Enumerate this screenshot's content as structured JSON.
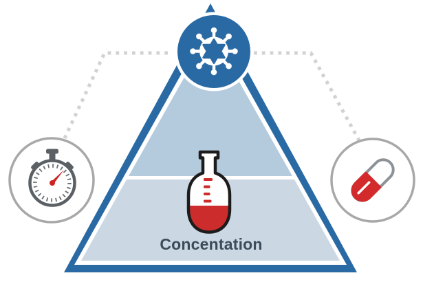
{
  "diagram": {
    "type": "pyramid-infographic",
    "pyramid": {
      "label": "Concentation",
      "border_color": "#2a6aa4",
      "upper_band_color": "#b4cadd",
      "lower_band_color": "#cbd8e4"
    },
    "top_node": {
      "icon": "virus-icon",
      "background_color": "#2a6aa4"
    },
    "left_node": {
      "icon": "stopwatch-icon",
      "ring_color": "#a8a8a8",
      "body_color": "#5b6065",
      "hand_color": "#cf2424"
    },
    "right_node": {
      "icon": "pill-icon",
      "ring_color": "#a8a8a8",
      "pill_color": "#d32b2b"
    },
    "center_node": {
      "icon": "flask-icon",
      "outline_color": "#1c1c1c",
      "liquid_color": "#cc2c2c"
    },
    "connectors": {
      "style": "dotted",
      "color": "#d2d2d2"
    }
  }
}
